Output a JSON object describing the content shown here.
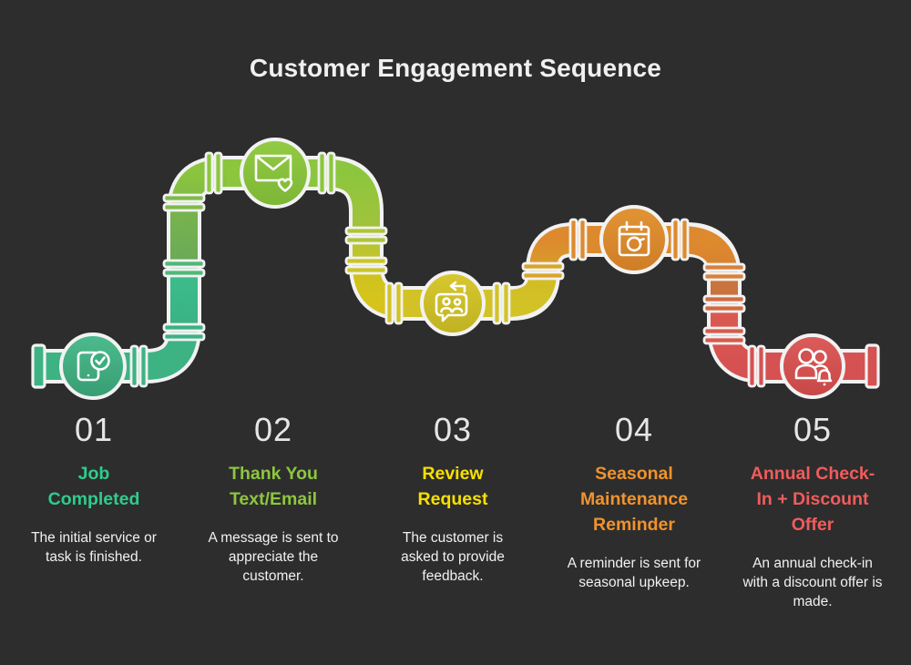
{
  "title": "Customer Engagement Sequence",
  "background_color": "#2d2d2d",
  "stages": [
    {
      "number": "01",
      "title": "Job Completed",
      "description": "The initial service or task is finished.",
      "color": "#2ecc8e",
      "pipe_color": "#3db384",
      "icon": "phone-check-icon"
    },
    {
      "number": "02",
      "title": "Thank You Text/Email",
      "description": "A message is sent to appreciate the customer.",
      "color": "#8dc63f",
      "pipe_color": "#8cc63e",
      "icon": "envelope-heart-icon"
    },
    {
      "number": "03",
      "title": "Review Request",
      "description": "The customer is asked to provide feedback.",
      "color": "#f6e000",
      "pipe_color": "#d2c226",
      "icon": "chat-feedback-icon"
    },
    {
      "number": "04",
      "title": "Seasonal Maintenance Reminder",
      "description": "A reminder is sent for seasonal upkeep.",
      "color": "#f0932d",
      "pipe_color": "#dd8a2e",
      "icon": "calendar-refresh-icon"
    },
    {
      "number": "05",
      "title": "Annual Check-In + Discount Offer",
      "description": "An annual check-in with a discount offer is made.",
      "color": "#f05c5c",
      "pipe_color": "#d65151",
      "icon": "people-bell-icon"
    }
  ]
}
